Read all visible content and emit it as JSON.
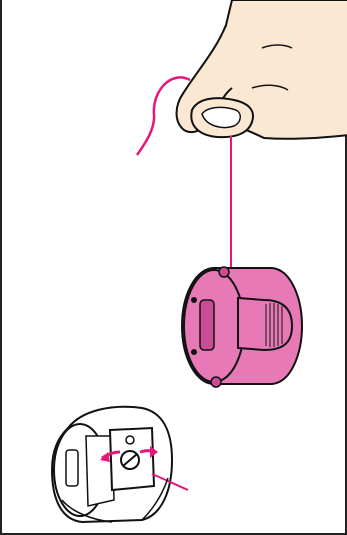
{
  "illustration": {
    "colors": {
      "thread": "#e8157a",
      "bobbin_case_fill": "#e77ab6",
      "bobbin_case_shadow": "#c94c95",
      "skin": "#fbe8d3",
      "line": "#111111",
      "arrow": "#e8157a"
    },
    "icons": [
      "hand-holding-thread",
      "bobbin-case-hanging",
      "bobbin-case-screw-adjust"
    ]
  }
}
